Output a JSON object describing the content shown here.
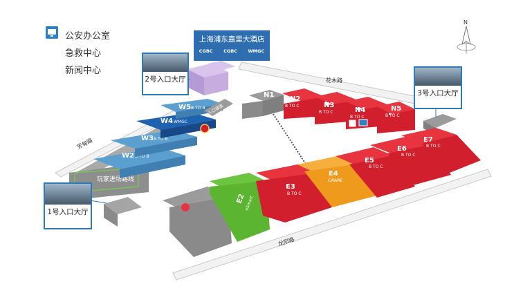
{
  "legend": {
    "items": [
      {
        "label": "公安办公室",
        "icon": "police-badge-icon"
      },
      {
        "label": "急救中心",
        "icon": "first-aid-cross-icon"
      },
      {
        "label": "新闻中心",
        "icon": "monitor-icon"
      }
    ]
  },
  "entrances": {
    "e1": "1号入口大厅",
    "e2": "2号入口大厅",
    "e3": "3号入口大厅"
  },
  "hotel": {
    "name": "上海浦东嘉里大酒店",
    "logos": [
      "CGBC",
      "CGBC",
      "WMGC"
    ]
  },
  "roads": {
    "north": "花木路",
    "west": "芳甸路",
    "south": "龙阳路"
  },
  "route_label": "玩家进场路线",
  "connector_label": "入口通道",
  "compass": {
    "north": "N"
  },
  "halls": {
    "N1": {
      "name": "N1",
      "sub": "",
      "color": "#8c8c8c"
    },
    "N2": {
      "name": "N2",
      "sub": "B TO C",
      "color": "#d11f2d"
    },
    "N3": {
      "name": "N3",
      "sub": "B TO C",
      "color": "#d11f2d"
    },
    "N4": {
      "name": "N4",
      "sub": "B TO C",
      "color": "#d11f2d"
    },
    "N5": {
      "name": "N5",
      "sub": "B TO C",
      "color": "#d11f2d"
    },
    "W1": {
      "name": "",
      "sub": "",
      "color": "#8c8c8c"
    },
    "W2": {
      "name": "W2",
      "sub": "B TO B",
      "color": "#5b9fd1"
    },
    "W3": {
      "name": "W3",
      "sub": "B TO B",
      "color": "#5b9fd1"
    },
    "W4": {
      "name": "W4",
      "sub": "WMGC",
      "color": "#1f62b0"
    },
    "W5": {
      "name": "W5",
      "sub": "B TO B",
      "color": "#5b9fd1"
    },
    "E1": {
      "name": "",
      "sub": "",
      "color": "#8c8c8c"
    },
    "E2": {
      "name": "E2",
      "sub": "eSmart",
      "color": "#5cb531"
    },
    "E3": {
      "name": "E3",
      "sub": "B TO C",
      "color": "#d11f2d"
    },
    "E4": {
      "name": "E4",
      "sub": "CAWAE",
      "color": "#ef9a1c"
    },
    "E5": {
      "name": "E5",
      "sub": "B TO C",
      "color": "#d11f2d"
    },
    "E6": {
      "name": "E6",
      "sub": "B TO C",
      "color": "#d11f2d"
    },
    "E7": {
      "name": "E7",
      "sub": "B TO C",
      "color": "#d11f2d"
    }
  }
}
